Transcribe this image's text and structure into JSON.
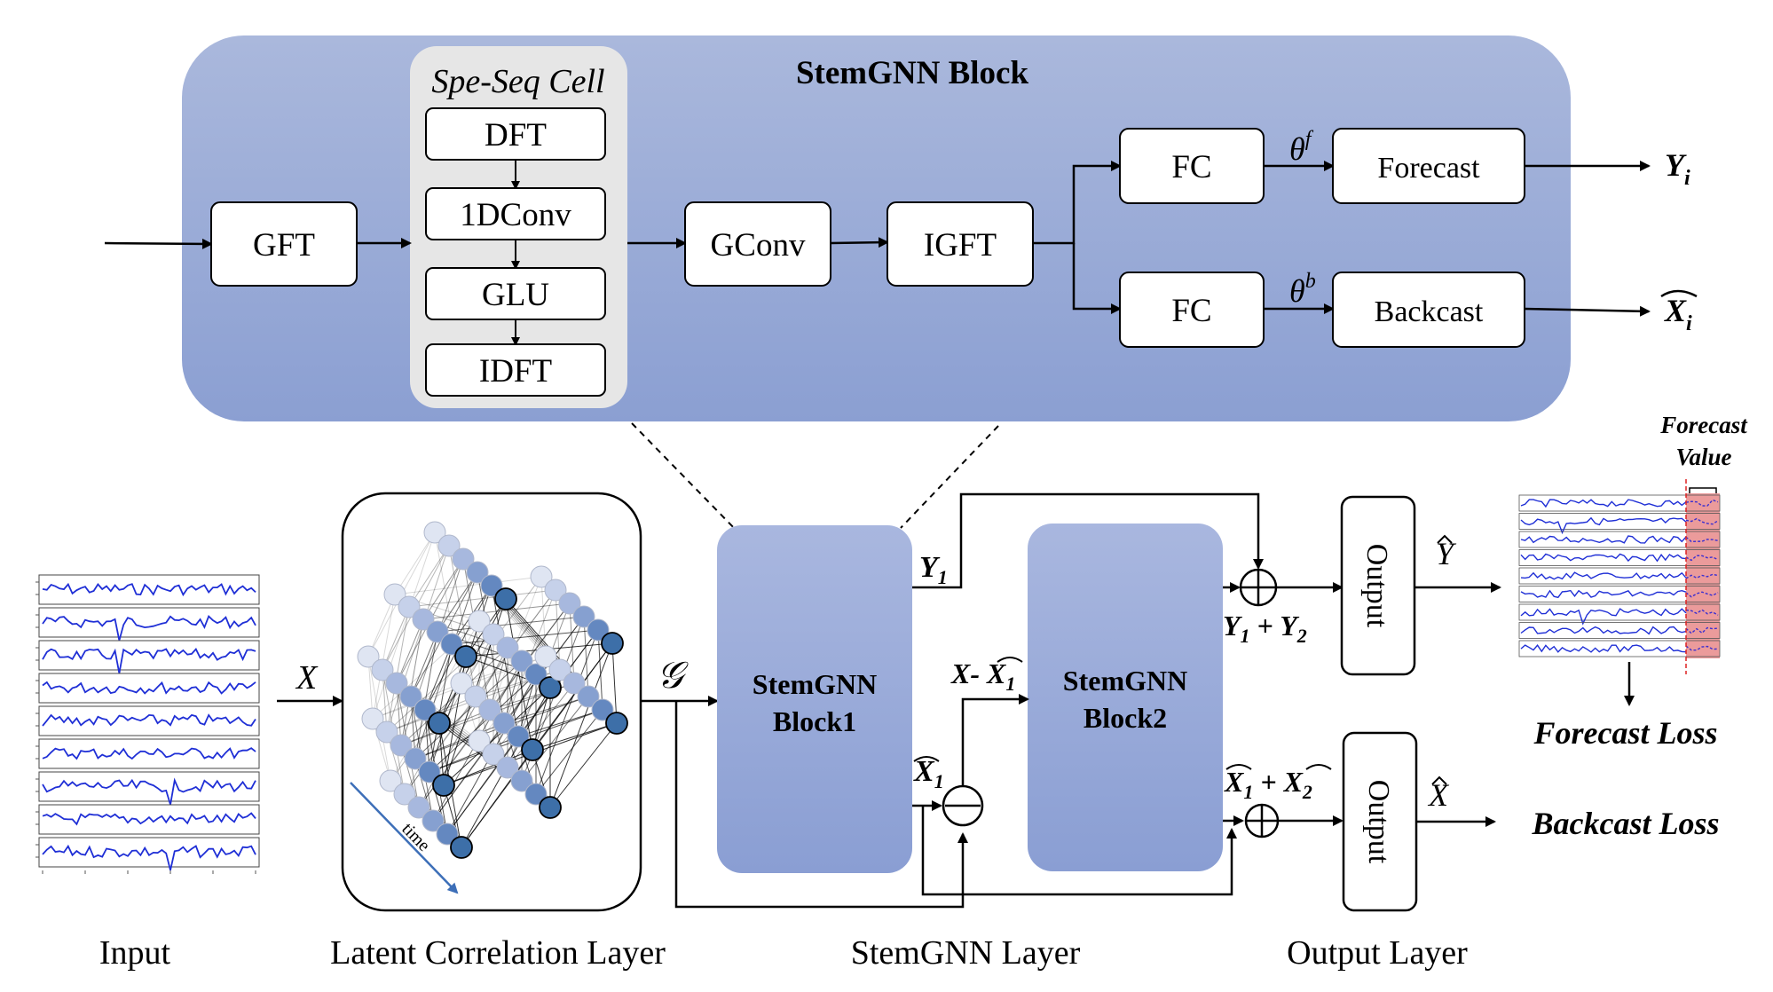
{
  "stemgnn_block": {
    "title": "StemGNN Block",
    "spe_seq_cell": {
      "title": "Spe-Seq Cell",
      "steps": [
        "DFT",
        "1DConv",
        "GLU",
        "IDFT"
      ]
    },
    "gft": "GFT",
    "gconv": "GConv",
    "igft": "IGFT",
    "fc_top": "FC",
    "fc_bottom": "FC",
    "theta_f": "θ",
    "theta_f_sup": "f",
    "theta_b": "θ",
    "theta_b_sup": "b",
    "forecast": "Forecast",
    "backcast": "Backcast",
    "out_y": "Y",
    "out_y_sub": "i",
    "out_x": "X",
    "out_x_sub": "i"
  },
  "layer": {
    "input_symbol": "X",
    "graph_symbol": "𝒢",
    "time_label": "time",
    "block1": [
      "StemGNN",
      "Block1"
    ],
    "block2": [
      "StemGNN",
      "Block2"
    ],
    "y1": "Y",
    "y1_sub": "1",
    "x_minus": "X- X",
    "x_minus_sub": "1",
    "xhat1": "X",
    "xhat1_sub": "1",
    "sum_y": "Y",
    "sum_y_sub1": "1",
    "sum_y_plus": " + Y",
    "sum_y_sub2": "2",
    "sum_x": "X",
    "sum_x_sub1": "1",
    "sum_x_plus": " + X",
    "sum_x_sub2": "2",
    "output_top": "Output",
    "output_bottom": "Output",
    "yhat": "Y",
    "xhat": "X",
    "forecast_value": [
      "Forecast",
      "Value"
    ],
    "forecast_loss": "Forecast Loss",
    "backcast_loss": "Backcast Loss"
  },
  "bottom_labels": {
    "input": "Input",
    "latent": "Latent Correlation Layer",
    "stemgnn_layer": "StemGNN Layer",
    "output_layer": "Output Layer"
  },
  "colors": {
    "block_gradient_top": "#aab8dc",
    "block_gradient_bottom": "#8b9fd2",
    "spe_seq_bg": "#e6e6e6",
    "series_line": "#1f2fd6",
    "node_fill": "#3d6fa8",
    "forecast_highlight": "#e88a8a"
  }
}
